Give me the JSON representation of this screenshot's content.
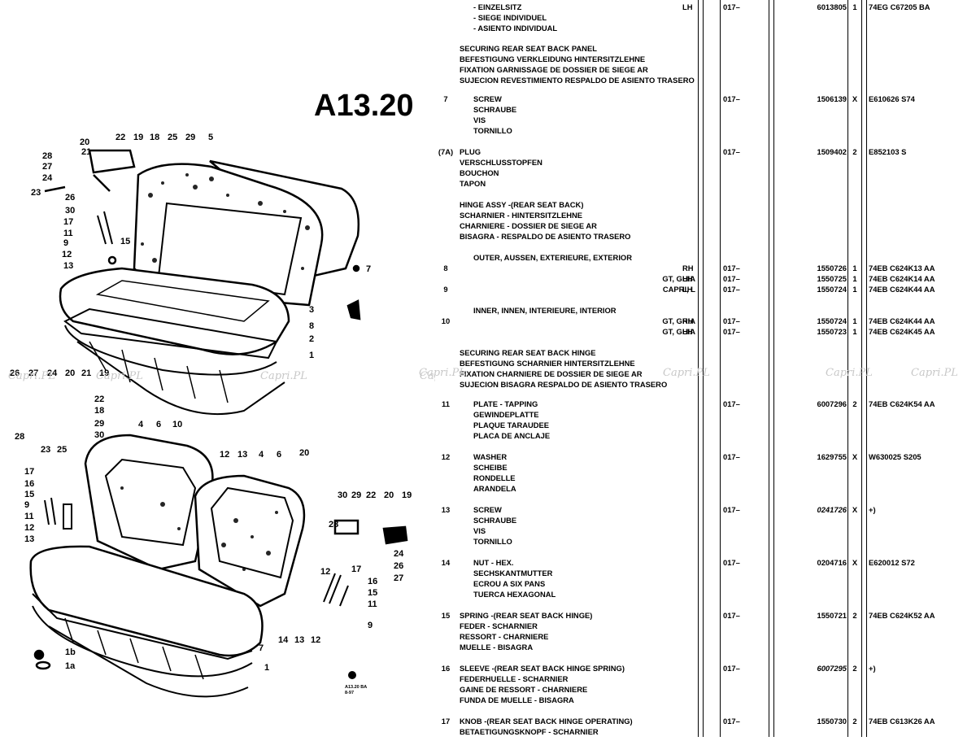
{
  "diagram": {
    "title": "A13.20",
    "stamp": [
      "A13.20 BA",
      "8-97"
    ],
    "watermark": "Capri.PL",
    "upper_callouts": [
      "20",
      "22",
      "19",
      "18",
      "25",
      "29",
      "5",
      "21",
      "28",
      "27",
      "24",
      "23",
      "26",
      "30",
      "17",
      "11",
      "9",
      "12",
      "13",
      "15",
      "7",
      "3",
      "8",
      "2",
      "1"
    ],
    "lower_callouts": [
      "26",
      "27",
      "24",
      "20",
      "21",
      "19",
      "22",
      "18",
      "29",
      "30",
      "28",
      "23",
      "25",
      "17",
      "16",
      "15",
      "9",
      "11",
      "12",
      "13",
      "4",
      "6",
      "10",
      "12",
      "13",
      "4",
      "6",
      "20",
      "30",
      "29",
      "22",
      "20",
      "19",
      "28",
      "24",
      "26",
      "27",
      "12",
      "17",
      "16",
      "15",
      "11",
      "9",
      "14",
      "13",
      "12",
      "7",
      "1b",
      "1a",
      "1"
    ]
  },
  "catalog": {
    "rows": [
      {
        "ref": "",
        "lines": [
          "- EINZELSITZ",
          "- SIEGE INDIVIDUEL",
          "- ASIENTO INDIVIDUAL"
        ],
        "indent": true,
        "model": "",
        "side": "LH",
        "date": "017–",
        "part": "6013805",
        "qty": "1",
        "code": "74EG C67205 BA"
      },
      {
        "ref": "",
        "lines": [
          "SECURING REAR SEAT BACK PANEL",
          "BEFESTIGUNG VERKLEIDUNG HINTERSITZLEHNE",
          "FIXATION GARNISSAGE DE DOSSIER DE SIEGE AR",
          "SUJECION REVESTIMIENTO RESPALDO DE ASIENTO TRASERO"
        ],
        "indent": false,
        "model": "",
        "side": "",
        "date": "",
        "part": "",
        "qty": "",
        "code": ""
      },
      {
        "ref": "7",
        "lines": [
          "SCREW",
          "SCHRAUBE",
          "VIS",
          "TORNILLO"
        ],
        "indent": true,
        "model": "",
        "side": "",
        "date": "017–",
        "part": "1506139",
        "qty": "X",
        "code": "E610626 S74"
      },
      {
        "ref": "(7A)",
        "lines": [
          "PLUG",
          "VERSCHLUSSTOPFEN",
          "BOUCHON",
          "TAPON"
        ],
        "indent": false,
        "model": "",
        "side": "",
        "date": "017–",
        "part": "1509402",
        "qty": "2",
        "code": "E852103 S"
      },
      {
        "ref": "",
        "lines": [
          "HINGE ASSY -(REAR SEAT BACK)",
          "SCHARNIER - HINTERSITZLEHNE",
          "CHARNIERE - DOSSIER DE SIEGE AR",
          "BISAGRA - RESPALDO DE ASIENTO TRASERO"
        ],
        "indent": false,
        "model": "",
        "side": "",
        "date": "",
        "part": "",
        "qty": "",
        "code": ""
      },
      {
        "ref": "",
        "lines": [
          "OUTER, AUSSEN, EXTERIEURE, EXTERIOR"
        ],
        "indent": true,
        "model": "",
        "side": "",
        "date": "",
        "part": "",
        "qty": "",
        "code": ""
      },
      {
        "ref": "8",
        "lines": [
          ""
        ],
        "indent": true,
        "model": "",
        "side": "RH",
        "date": "017–",
        "part": "1550726",
        "qty": "1",
        "code": "74EB C624K13 AA"
      },
      {
        "ref": "",
        "lines": [
          ""
        ],
        "indent": true,
        "model": "GT, GHIA",
        "side": "LH",
        "date": "017–",
        "part": "1550725",
        "qty": "1",
        "code": "74EB C624K14 AA"
      },
      {
        "ref": "9",
        "lines": [
          ""
        ],
        "indent": true,
        "model": "CAPRI, L",
        "side": "LH",
        "date": "017–",
        "part": "1550724",
        "qty": "1",
        "code": "74EB C624K44 AA"
      },
      {
        "ref": "",
        "lines": [
          "INNER, INNEN, INTERIEURE, INTERIOR"
        ],
        "indent": true,
        "model": "",
        "side": "",
        "date": "",
        "part": "",
        "qty": "",
        "code": ""
      },
      {
        "ref": "10",
        "lines": [
          ""
        ],
        "indent": true,
        "model": "GT, GHIA",
        "side": "RH",
        "date": "017–",
        "part": "1550724",
        "qty": "1",
        "code": "74EB C624K44 AA"
      },
      {
        "ref": "",
        "lines": [
          ""
        ],
        "indent": true,
        "model": "GT, GHIA",
        "side": "LH",
        "date": "017–",
        "part": "1550723",
        "qty": "1",
        "code": "74EB C624K45 AA"
      },
      {
        "ref": "",
        "lines": [
          "SECURING REAR SEAT BACK HINGE",
          "BEFESTIGUNG SCHARNIER HINTERSITZLEHNE",
          "FIXATION CHARNIERE DE DOSSIER DE SIEGE AR",
          "SUJECION BISAGRA RESPALDO DE ASIENTO TRASERO"
        ],
        "indent": false,
        "model": "",
        "side": "",
        "date": "",
        "part": "",
        "qty": "",
        "code": ""
      },
      {
        "ref": "11",
        "lines": [
          "PLATE - TAPPING",
          "GEWINDEPLATTE",
          "PLAQUE TARAUDEE",
          "PLACA DE ANCLAJE"
        ],
        "indent": true,
        "model": "",
        "side": "",
        "date": "017–",
        "part": "6007296",
        "qty": "2",
        "code": "74EB C624K54 AA"
      },
      {
        "ref": "12",
        "lines": [
          "WASHER",
          "SCHEIBE",
          "RONDELLE",
          "ARANDELA"
        ],
        "indent": true,
        "model": "",
        "side": "",
        "date": "017–",
        "part": "1629755",
        "qty": "X",
        "code": "W630025 S205"
      },
      {
        "ref": "13",
        "lines": [
          "SCREW",
          "SCHRAUBE",
          "VIS",
          "TORNILLO"
        ],
        "indent": true,
        "model": "",
        "side": "",
        "date": "017–",
        "part": "0241726",
        "partItalic": true,
        "qty": "X",
        "code": "+)"
      },
      {
        "ref": "14",
        "lines": [
          "NUT - HEX.",
          "SECHSKANTMUTTER",
          "ECROU A SIX PANS",
          "TUERCA HEXAGONAL"
        ],
        "indent": true,
        "model": "",
        "side": "",
        "date": "017–",
        "part": "0204716",
        "qty": "X",
        "code": "E620012 S72"
      },
      {
        "ref": "15",
        "lines": [
          "SPRING -(REAR SEAT BACK HINGE)",
          "FEDER - SCHARNIER",
          "RESSORT - CHARNIERE",
          "MUELLE - BISAGRA"
        ],
        "indent": false,
        "model": "",
        "side": "",
        "date": "017–",
        "part": "1550721",
        "qty": "2",
        "code": "74EB C624K52 AA"
      },
      {
        "ref": "16",
        "lines": [
          "SLEEVE -(REAR SEAT BACK HINGE SPRING)",
          "FEDERHUELLE - SCHARNIER",
          "GAINE DE RESSORT - CHARNIERE",
          "FUNDA DE MUELLE - BISAGRA"
        ],
        "indent": false,
        "model": "",
        "side": "",
        "date": "017–",
        "part": "6007295",
        "partItalic": true,
        "qty": "2",
        "code": "+)"
      },
      {
        "ref": "17",
        "lines": [
          "KNOB -(REAR SEAT BACK HINGE OPERATING)",
          "BETAETIGUNGSKNOPF - SCHARNIER"
        ],
        "indent": false,
        "model": "",
        "side": "",
        "date": "017–",
        "part": "1550730",
        "qty": "2",
        "code": "74EB C613K26 AA"
      }
    ]
  }
}
